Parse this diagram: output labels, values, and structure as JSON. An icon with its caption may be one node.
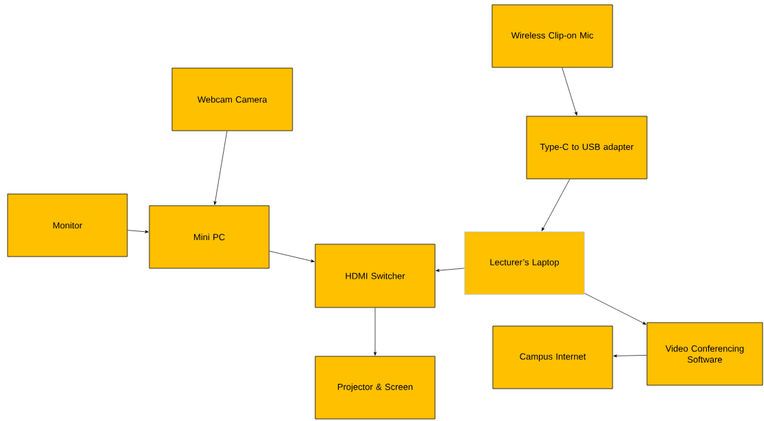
{
  "diagram": {
    "nodes": [
      {
        "text": [
          "Wireless Clip-on Mic"
        ]
      },
      {
        "text": [
          "Webcam Camera"
        ]
      },
      {
        "text": [
          "Type-C to USB adapter"
        ]
      },
      {
        "text": [
          "Monitor"
        ]
      },
      {
        "text": [
          "Mini PC"
        ]
      },
      {
        "text": [
          "Lecturer’s Laptop"
        ]
      },
      {
        "text": [
          "HDMI Switcher"
        ]
      },
      {
        "text": [
          "Campus Internet"
        ]
      },
      {
        "text": [
          "Video Conferencing Software"
        ]
      },
      {
        "text": [
          "Projector & Screen"
        ]
      }
    ],
    "edges": [
      {
        "from": 0,
        "to": 2,
        "arrow": "to"
      },
      {
        "from": 1,
        "to": 4,
        "arrow": "to"
      },
      {
        "from": 3,
        "to": 4,
        "arrow": "to"
      },
      {
        "from": 4,
        "to": 6,
        "arrow": "to"
      },
      {
        "from": 2,
        "to": 5,
        "arrow": "to"
      },
      {
        "from": 5,
        "to": 6,
        "arrow": "to"
      },
      {
        "from": 5,
        "to": 8,
        "arrow": "to"
      },
      {
        "from": 8,
        "to": 7,
        "arrow": "to"
      },
      {
        "from": 6,
        "to": 9,
        "arrow": "to"
      }
    ]
  }
}
